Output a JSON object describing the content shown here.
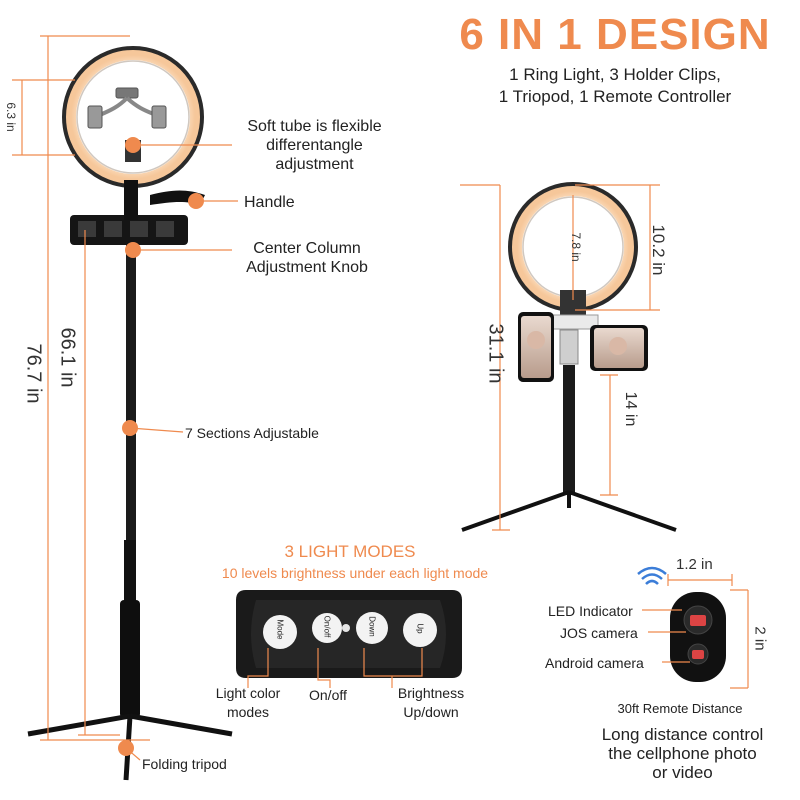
{
  "title": "6 IN 1 DESIGN",
  "subtitle_lines": [
    "1 Ring Light, 3 Holder Clips,",
    "1 Triopod, 1 Remote Controller"
  ],
  "labels": {
    "soft_tube": [
      "Soft tube is flexible",
      "differentangle",
      "adjustment"
    ],
    "handle": "Handle",
    "center_column": [
      "Center Column",
      "Adjustment Knob"
    ],
    "sections": "7 Sections Adjustable",
    "folding_tripod": "Folding tripod"
  },
  "dimensions": {
    "ring_height": "6.3 in",
    "total_height": "76.7 in",
    "column_height": "66.1 in",
    "ring_inner": "7.8 in",
    "ring_outer": "10.2 in",
    "desk_height": "31.1 in",
    "desk_pole": "14 in",
    "remote_width": "1.2 in",
    "remote_height": "2 in"
  },
  "light_modes": {
    "title": "3 LIGHT MODES",
    "subtitle": "10 levels brightness under each light mode",
    "buttons": [
      "Mode",
      "On/off",
      "Down",
      "Up"
    ],
    "captions": {
      "light_color": [
        "Light color",
        "modes"
      ],
      "on_off": "On/off",
      "brightness": [
        "Brightness",
        "Up/down"
      ]
    }
  },
  "remote": {
    "led": "LED Indicator",
    "ios": "JOS camera",
    "android": "Android camera",
    "distance": "30ft Remote Distance",
    "description": [
      "Long distance control",
      "the cellphone photo",
      "or video"
    ]
  },
  "colors": {
    "accent": "#ef8a4e",
    "dark": "#1a1a1a",
    "wifi": "#3b7dd8"
  }
}
